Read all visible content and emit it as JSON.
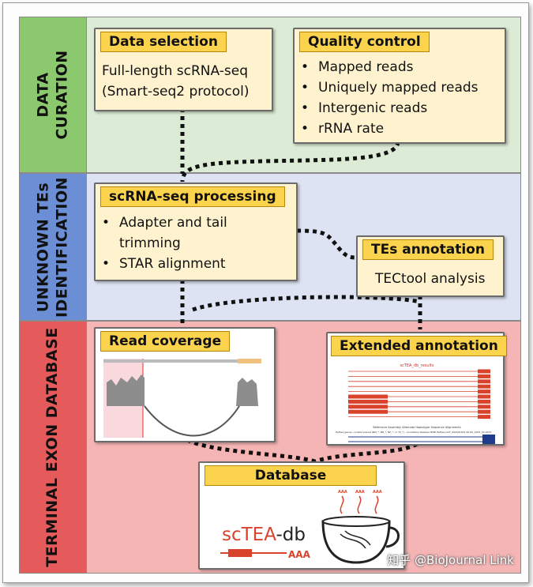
{
  "colors": {
    "curation": "#dcebd5",
    "curation_side": "#8cc96e",
    "identification": "#dde3f2",
    "identification_side": "#6b8ed4",
    "database_band": "#f6b5b5",
    "database_side": "#e55b5b",
    "tag": "#fcd34d",
    "box": "#fff3cf",
    "connector": "#111111"
  },
  "sections": {
    "curation": {
      "label_line1": "DATA",
      "label_line2": "CURATION"
    },
    "identification": {
      "label_line1": "UNKNOWN TEs",
      "label_line2": "IDENTIFICATION"
    },
    "database": {
      "label": "TERMINAL EXON DATABASE"
    }
  },
  "boxes": {
    "data_selection": {
      "title": "Data selection",
      "line1": "Full-length scRNA-seq",
      "line2": "(Smart-seq2 protocol)"
    },
    "quality_control": {
      "title": "Quality control",
      "items": [
        "Mapped reads",
        "Uniquely mapped reads",
        "Intergenic reads",
        "rRNA rate"
      ]
    },
    "scrnaseq_processing": {
      "title": "scRNA-seq processing",
      "items": [
        "Adapter and tail trimming",
        "STAR alignment"
      ]
    },
    "tes_annotation": {
      "title": "TEs annotation",
      "body": "TECtool analysis"
    },
    "read_coverage": {
      "title": "Read coverage"
    },
    "extended_annotation": {
      "title": "Extended annotation",
      "figure_title": "scTEA_db_results",
      "footer_label": "Reference Assembly Alternate Haplotype Sequence Alignments",
      "footer_text": "RefSeq genes, curated subset (NM_*, NR_*, NP_*, or YP_*) - Annotation Release NCBI RefSeq GCF_000001405.40-RS_2023_03 2023-"
    },
    "database": {
      "title": "Database",
      "logo_name": "scTEA",
      "logo_suffix": "-db",
      "polyA": "AAA",
      "steam_text": "AAA"
    }
  },
  "watermark": "知乎 @BioJournal Link"
}
